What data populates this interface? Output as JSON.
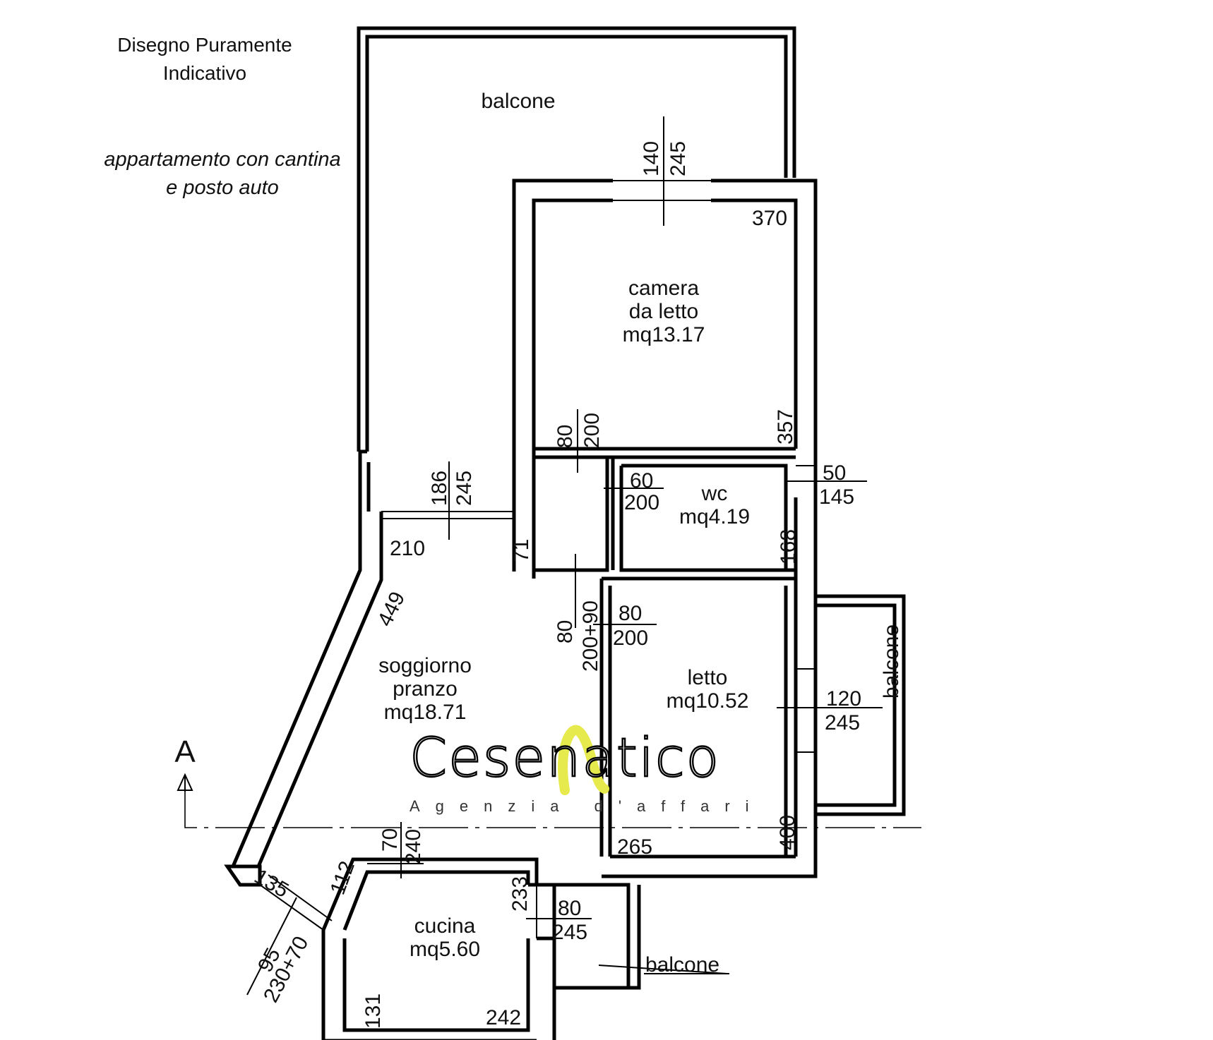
{
  "notes": {
    "line1": "Disegno Puramente",
    "line2": "Indicativo",
    "line3": "appartamento con cantina",
    "line4": "e posto auto"
  },
  "rooms": {
    "balcone_top": "balcone",
    "camera": [
      "camera",
      "da letto",
      "mq13.17"
    ],
    "wc": [
      "wc",
      "mq4.19"
    ],
    "letto": [
      "letto",
      "mq10.52"
    ],
    "soggiorno": [
      "soggiorno",
      "pranzo",
      "mq18.71"
    ],
    "cucina": [
      "cucina",
      "mq5.60"
    ],
    "balcone_right": "balcone",
    "balcone_bottom": "balcone"
  },
  "dimensions": {
    "camera_window": [
      "140",
      "245"
    ],
    "camera_width": "370",
    "camera_depth": "357",
    "camera_door": [
      "80",
      "200"
    ],
    "living_window": [
      "186",
      "245"
    ],
    "living_width": "210",
    "hall_71": "71",
    "wc_door": [
      "60",
      "200"
    ],
    "wc_window": [
      "50",
      "145"
    ],
    "wc_depth": "168",
    "hall_door": [
      "80",
      "200+90"
    ],
    "letto_door": [
      "80",
      "200"
    ],
    "letto_window": [
      "120",
      "245"
    ],
    "diag_wall": "449",
    "kitchen_opening": [
      "70",
      "240"
    ],
    "letto_width": "265",
    "letto_depth": "400",
    "d135": "135",
    "d112": "112",
    "corner_window": [
      "95",
      "230+70"
    ],
    "d233": "233",
    "kitchen_door": [
      "80",
      "245"
    ],
    "kitchen_depth": "131",
    "kitchen_width": "242"
  },
  "section_marker": "A",
  "logo": {
    "name": "Cesenatico",
    "tagline": "Agenzia d'affari",
    "accent_color": "#e6ea4c"
  }
}
